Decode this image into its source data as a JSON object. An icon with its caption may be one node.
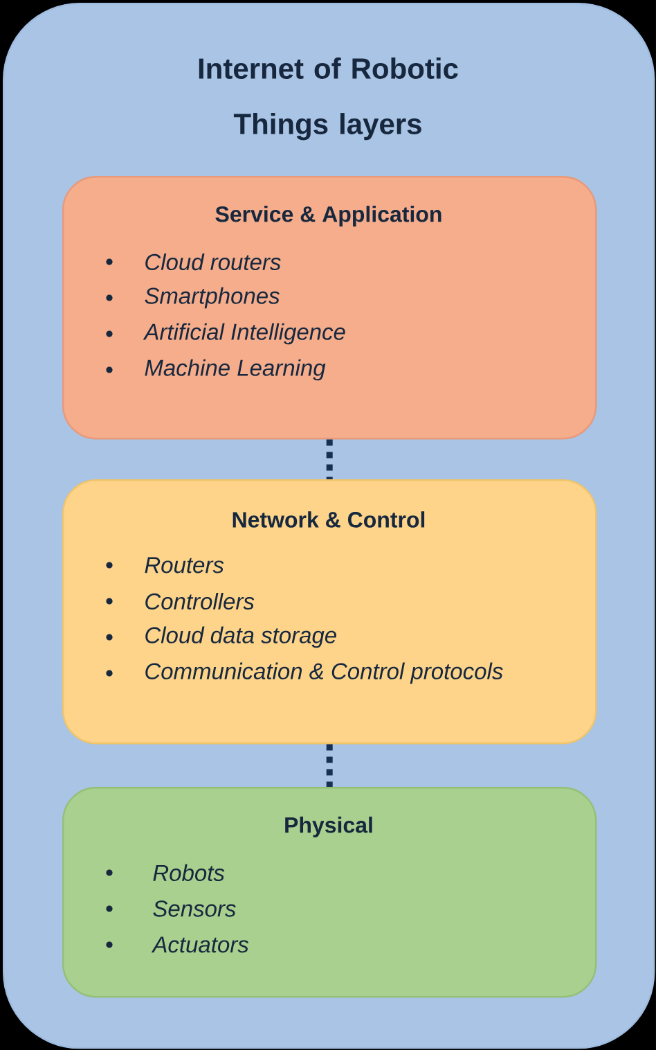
{
  "diagram": {
    "nodes": [
      {
        "text": [
          "Internet of Robotic Things layers"
        ]
      },
      {
        "text": [
          "Service & Application",
          "Cloud routers",
          "Smartphones",
          "Artificial Intelligence",
          "Machine Learning"
        ],
        "in": 0
      },
      {
        "text": [
          "Network & Control",
          "Routers",
          "Controllers",
          "Cloud data storage",
          "Communication & Control protocols"
        ],
        "in": 0
      },
      {
        "text": [
          "Physical",
          "Robots",
          "Sensors",
          "Actuators"
        ],
        "in": 0
      }
    ],
    "edges": [
      {
        "from": 1,
        "to": 2,
        "arrow": "none",
        "style": "dashed"
      },
      {
        "from": 2,
        "to": 3,
        "arrow": "none",
        "style": "dashed"
      }
    ]
  }
}
